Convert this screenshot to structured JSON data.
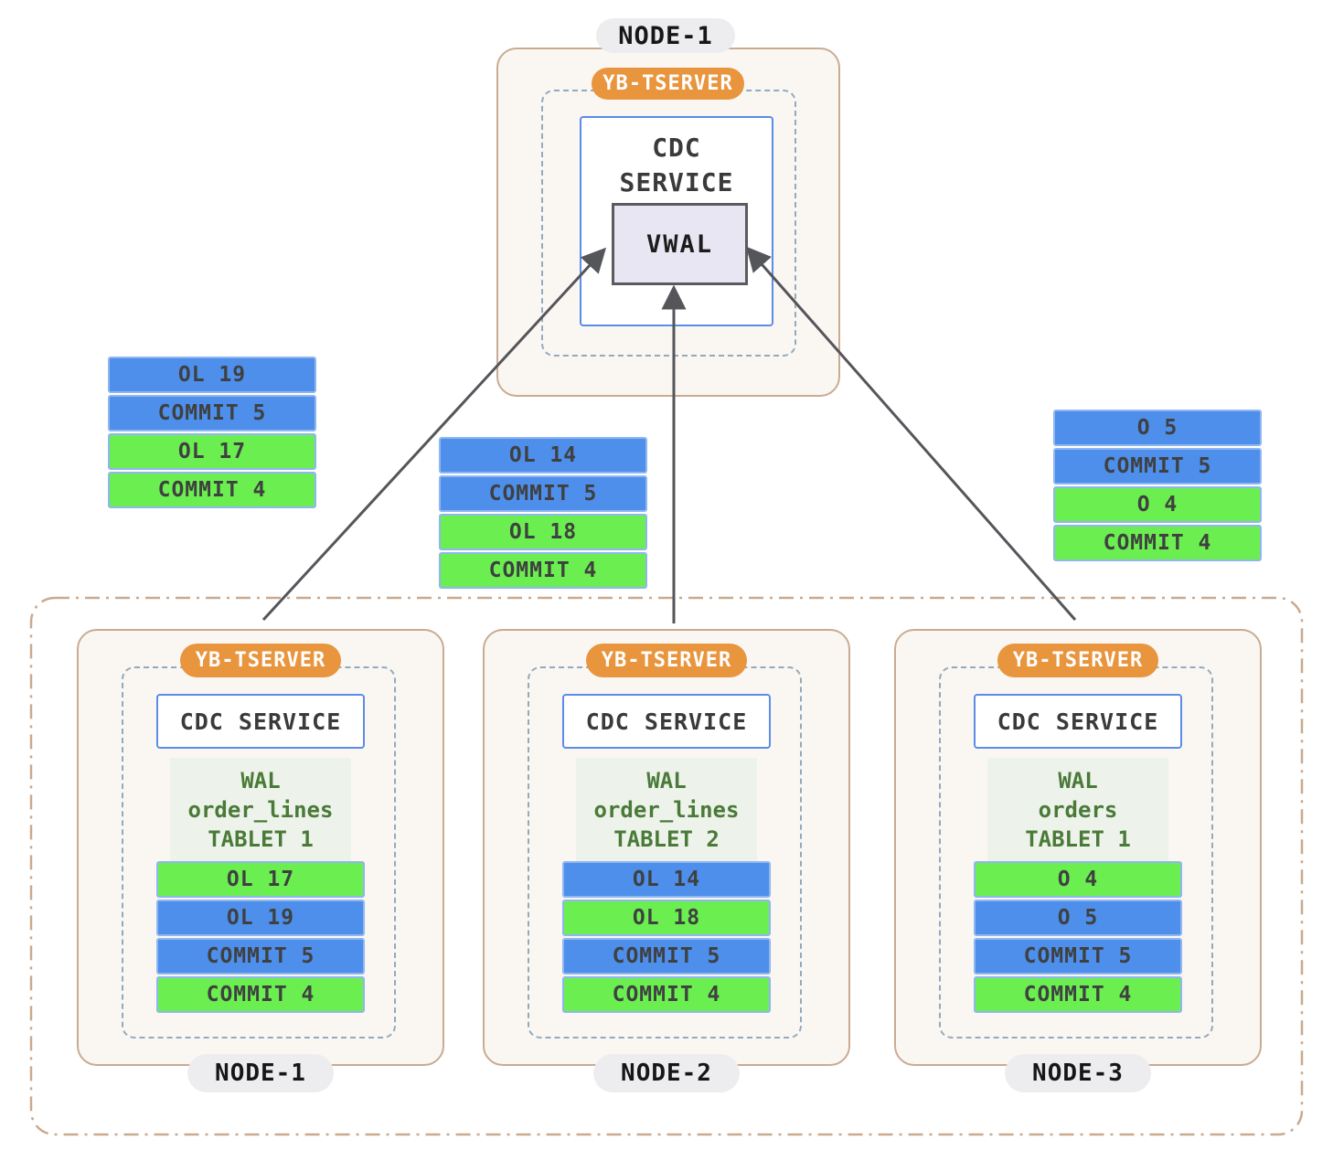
{
  "colors": {
    "row_blue": "#4e8feb",
    "row_green": "#6bef50",
    "row_border": "#8fb6f0",
    "row_text": "#3f4040",
    "orange_pill": "#e8953e",
    "node_border": "#c9ab92",
    "node_bg": "#faf7f3",
    "dashed_border": "#92aabd",
    "cdc_border": "#5b8ce8",
    "vwal_bg": "#e7e6f2",
    "vwal_border": "#5b5b5f",
    "wal_panel_bg": "#edf3ea",
    "wal_panel_text": "#4a7a38",
    "arrow": "#55565a",
    "label_pill_bg": "#ededf0",
    "cluster_border": "#c9a98f"
  },
  "top_node": {
    "label": "NODE-1",
    "tserver_label": "YB-TSERVER",
    "cdc_label": "CDC SERVICE",
    "vwal_label": "VWAL"
  },
  "floating_stacks": {
    "left": {
      "rows": [
        {
          "label": "OL 19",
          "color": "blue"
        },
        {
          "label": "COMMIT 5",
          "color": "blue"
        },
        {
          "label": "OL 17",
          "color": "green"
        },
        {
          "label": "COMMIT 4",
          "color": "green"
        }
      ]
    },
    "middle": {
      "rows": [
        {
          "label": "OL 14",
          "color": "blue"
        },
        {
          "label": "COMMIT 5",
          "color": "blue"
        },
        {
          "label": "OL 18",
          "color": "green"
        },
        {
          "label": "COMMIT 4",
          "color": "green"
        }
      ]
    },
    "right": {
      "rows": [
        {
          "label": "O 5",
          "color": "blue"
        },
        {
          "label": "COMMIT 5",
          "color": "blue"
        },
        {
          "label": "O 4",
          "color": "green"
        },
        {
          "label": "COMMIT 4",
          "color": "green"
        }
      ]
    }
  },
  "bottom_nodes": [
    {
      "label": "NODE-1",
      "tserver_label": "YB-TSERVER",
      "cdc_label": "CDC SERVICE",
      "wal_lines": [
        "WAL",
        "order_lines",
        "TABLET 1"
      ],
      "rows": [
        {
          "label": "OL 17",
          "color": "green"
        },
        {
          "label": "OL 19",
          "color": "blue"
        },
        {
          "label": "COMMIT 5",
          "color": "blue"
        },
        {
          "label": "COMMIT 4",
          "color": "green"
        }
      ]
    },
    {
      "label": "NODE-2",
      "tserver_label": "YB-TSERVER",
      "cdc_label": "CDC SERVICE",
      "wal_lines": [
        "WAL",
        "order_lines",
        "TABLET 2"
      ],
      "rows": [
        {
          "label": "OL 14",
          "color": "blue"
        },
        {
          "label": "OL 18",
          "color": "green"
        },
        {
          "label": "COMMIT 5",
          "color": "blue"
        },
        {
          "label": "COMMIT 4",
          "color": "green"
        }
      ]
    },
    {
      "label": "NODE-3",
      "tserver_label": "YB-TSERVER",
      "cdc_label": "CDC SERVICE",
      "wal_lines": [
        "WAL",
        "orders",
        "TABLET 1"
      ],
      "rows": [
        {
          "label": "O 4",
          "color": "green"
        },
        {
          "label": "O 5",
          "color": "blue"
        },
        {
          "label": "COMMIT 5",
          "color": "blue"
        },
        {
          "label": "COMMIT 4",
          "color": "green"
        }
      ]
    }
  ]
}
